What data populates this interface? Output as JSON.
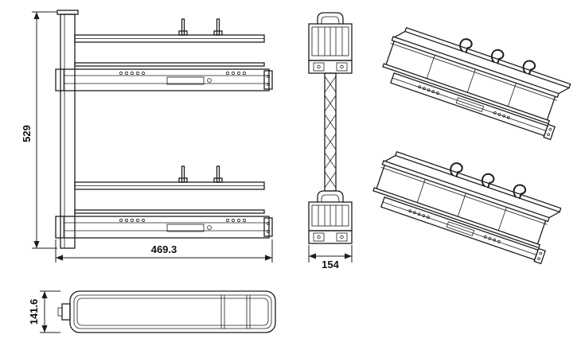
{
  "drawing": {
    "dimensions": {
      "front_height": "529",
      "front_width": "469.3",
      "side_depth": "154",
      "plan_depth": "141.6"
    }
  },
  "colors": {
    "line": "#1d1d1d",
    "background": "#ffffff"
  }
}
